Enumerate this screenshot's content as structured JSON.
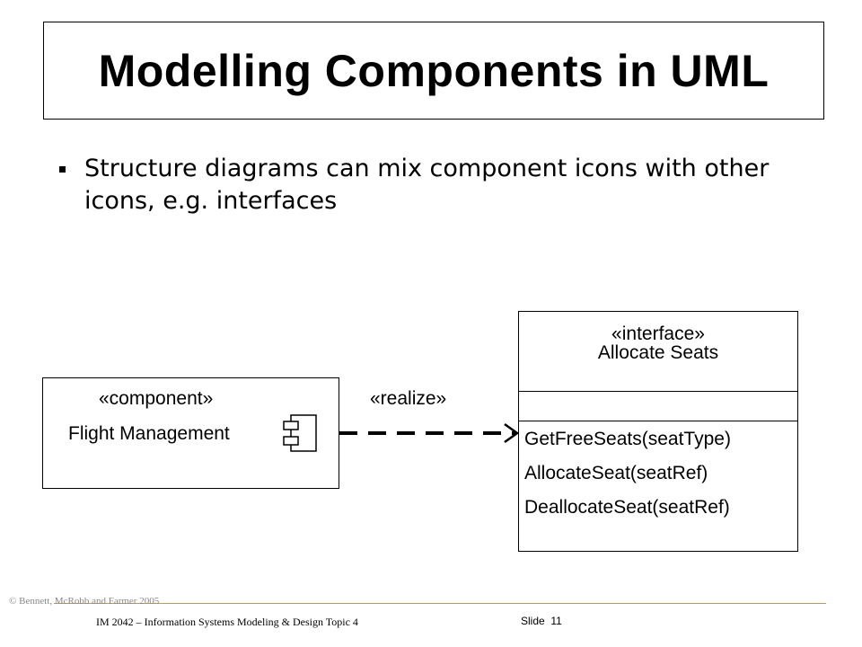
{
  "title": "Modelling Components in UML",
  "bullet": "Structure diagrams can mix component icons with other icons, e.g. interfaces",
  "component": {
    "stereotype": "«component»",
    "name": "Flight Management"
  },
  "relationship": "«realize»",
  "interface": {
    "stereotype": "«interface»",
    "name": "Allocate Seats",
    "operations": [
      "GetFreeSeats(seatType)",
      "AllocateSeat(seatRef)",
      "DeallocateSeat(seatRef)"
    ]
  },
  "footer": {
    "copyright": "© Bennett, McRobb and Farmer 2005",
    "course": "IM 2042 – Information Systems Modeling & Design Topic 4",
    "slide_label": "Slide",
    "slide_number": "11"
  }
}
